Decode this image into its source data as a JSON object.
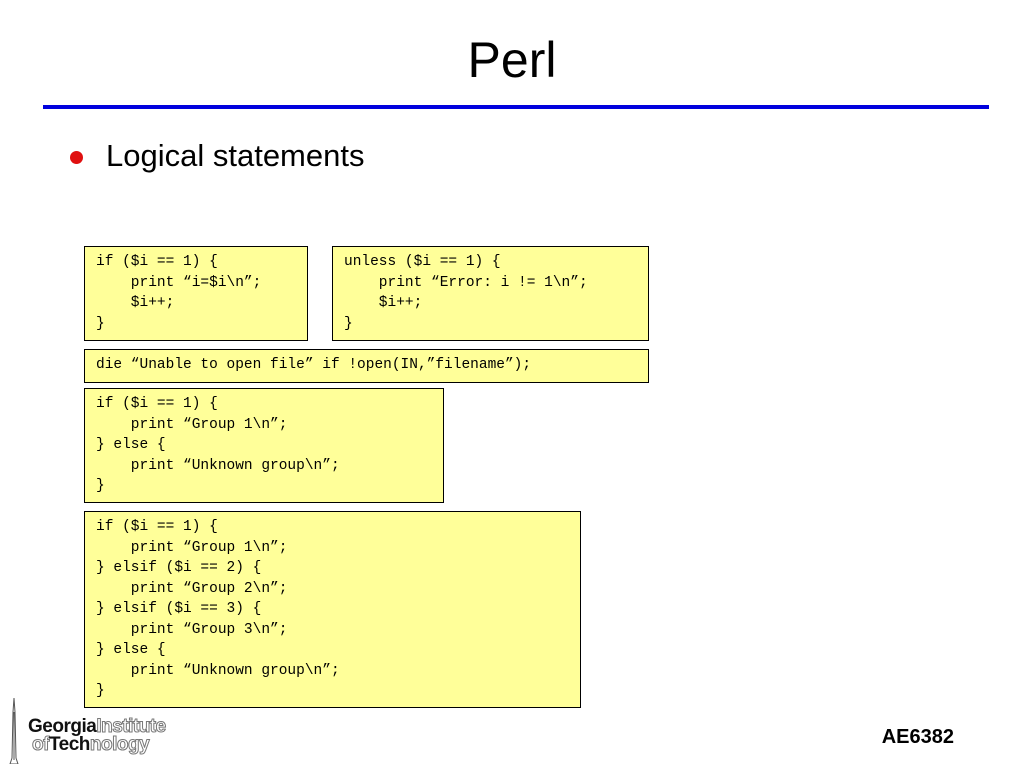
{
  "slide": {
    "title": "Perl",
    "bullet": "Logical statements",
    "footer": "AE6382",
    "rule_color": "#0000dd",
    "bullet_color": "#e01010",
    "code_background": "#ffff99"
  },
  "code_blocks": [
    {
      "name": "if-block",
      "text": "if ($i == 1) {\n    print “i=$i\\n”;\n    $i++;\n}"
    },
    {
      "name": "unless-block",
      "text": "unless ($i == 1) {\n    print “Error: i != 1\\n”;\n    $i++;\n}"
    },
    {
      "name": "die-block",
      "text": "die “Unable to open file” if !open(IN,”filename”);"
    },
    {
      "name": "if-else-block",
      "text": "if ($i == 1) {\n    print “Group 1\\n”;\n} else {\n    print “Unknown group\\n”;\n}"
    },
    {
      "name": "if-elsif-block",
      "text": "if ($i == 1) {\n    print “Group 1\\n”;\n} elsif ($i == 2) {\n    print “Group 2\\n”;\n} elsif ($i == 3) {\n    print “Group 3\\n”;\n} else {\n    print “Unknown group\\n”;\n}"
    }
  ],
  "logo": {
    "line1_bold": "Georgia",
    "line1_outline": "Institute",
    "line2_outline_a": "of",
    "line2_bold": "Tech",
    "line2_outline_b": "nology",
    "icon": "campanile-tower-icon"
  }
}
